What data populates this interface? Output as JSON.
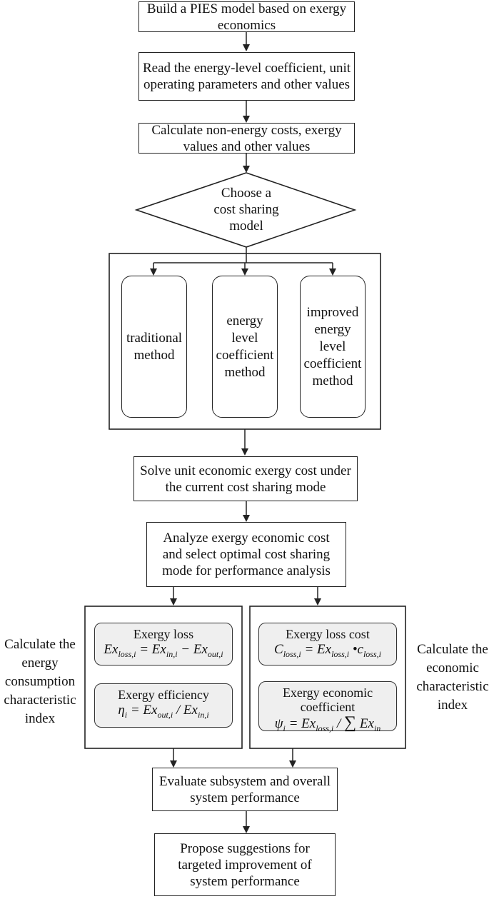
{
  "steps": {
    "build": "Build a PIES model based on exergy economics",
    "read": "Read the energy-level coefficient, unit operating parameters and other values",
    "calculate": "Calculate non-energy costs, exergy values and other values",
    "choose": "Choose a cost sharing model",
    "solve": "Solve unit economic exergy cost under the current cost sharing mode",
    "analyze": "Analyze exergy economic cost and select optimal cost sharing mode for performance analysis",
    "evaluate": "Evaluate subsystem and overall system performance",
    "propose": "Propose suggestions for targeted improvement of system performance"
  },
  "methods": {
    "traditional": "traditional method",
    "energy_level": "energy level coefficient method",
    "improved": "improved energy level coefficient method"
  },
  "indices": {
    "left_label": "Calculate the energy consumption characteristic index",
    "right_label": "Calculate the economic characteristic index",
    "exergy_loss": {
      "title": "Exergy loss",
      "formula": "Ex_loss,i = Ex_in,i − Ex_out,i"
    },
    "exergy_efficiency": {
      "title": "Exergy efficiency",
      "formula": "η_i = Ex_out,i / Ex_in,i"
    },
    "exergy_loss_cost": {
      "title": "Exergy loss cost",
      "formula": "C_loss,i = Ex_loss,i • c_loss,i"
    },
    "exergy_economic_coefficient": {
      "title": "Exergy economic coefficient",
      "formula": "ψ_i = Ex_loss,i / ∑ Ex_in"
    }
  }
}
